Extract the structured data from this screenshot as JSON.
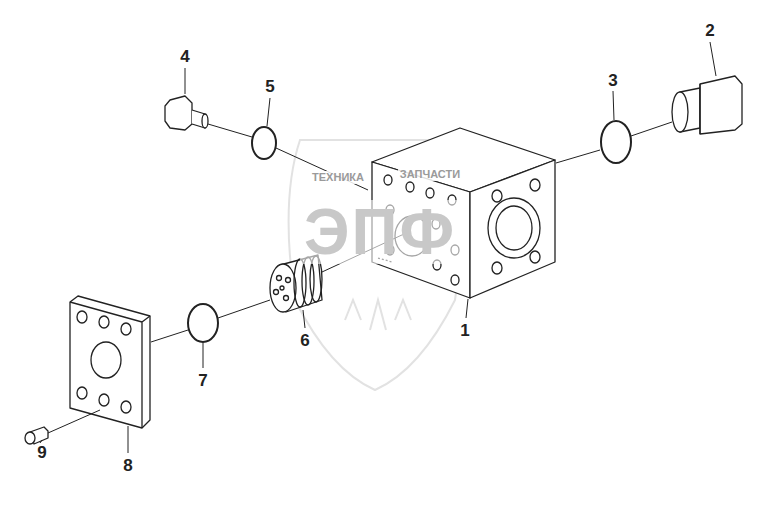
{
  "diagram": {
    "labels": [
      "4",
      "5",
      "2",
      "3",
      "1",
      "6",
      "7",
      "8",
      "9",
      "ТЕХНИКА",
      "ЗАПЧАСТИ",
      "ЭПФ"
    ]
  }
}
